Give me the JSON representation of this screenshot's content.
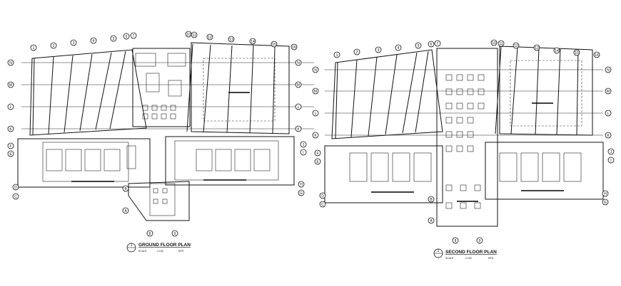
{
  "plans": [
    {
      "id": "ground",
      "title": "GROUND FLOOR PLAN",
      "scale_left": "SCALE",
      "scale_right": "1:100",
      "scale_end": "MTS",
      "title_number": "1",
      "grid_top_left": [
        "1",
        "2",
        "3",
        "4",
        "5",
        "6",
        "7"
      ],
      "grid_top_right": [
        "10",
        "11",
        "12",
        "13",
        "14",
        "15",
        "16"
      ],
      "grid_left": [
        "N",
        "M",
        "L",
        "K"
      ],
      "grid_right": [
        "N",
        "M",
        "L",
        "K"
      ],
      "grid_side_left": [
        "F",
        "E",
        "D",
        "C"
      ],
      "grid_side_right": [
        "J",
        "I",
        "H",
        "G"
      ],
      "grid_bottom": [
        "A",
        "B"
      ],
      "grid_bottom2": [
        "8",
        "9"
      ]
    },
    {
      "id": "second",
      "title": "SECOND FLOOR PLAN",
      "scale_left": "SCALE",
      "scale_right": "1:100",
      "scale_end": "MTS",
      "title_number": "2",
      "grid_top_left": [
        "1",
        "2",
        "3",
        "4",
        "5",
        "6",
        "7"
      ],
      "grid_top_right": [
        "10",
        "11",
        "12",
        "13",
        "14",
        "15",
        "16"
      ],
      "grid_left": [
        "N",
        "M",
        "L",
        "K"
      ],
      "grid_right": [
        "N",
        "M",
        "L",
        "K"
      ],
      "grid_side_left": [
        "F",
        "E",
        "D",
        "C"
      ],
      "grid_side_right": [
        "J",
        "I",
        "H",
        "G"
      ],
      "grid_bottom": [
        "A",
        "B"
      ],
      "grid_bottom2": [
        "8",
        "9"
      ]
    }
  ]
}
